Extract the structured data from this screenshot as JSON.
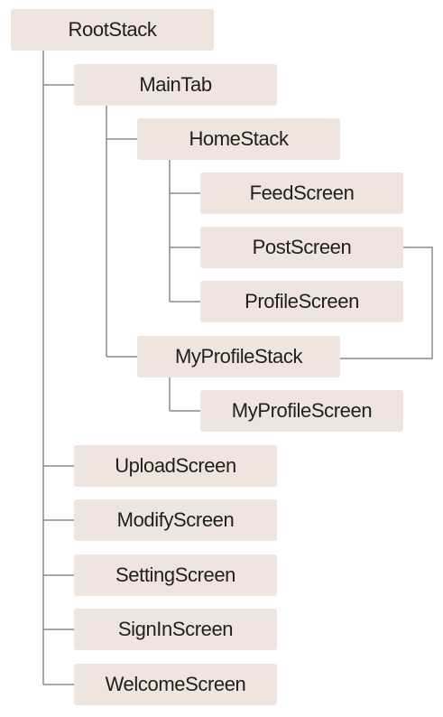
{
  "nodes": {
    "root": "RootStack",
    "main_tab": "MainTab",
    "home_stack": "HomeStack",
    "feed_screen": "FeedScreen",
    "post_screen": "PostScreen",
    "profile_screen": "ProfileScreen",
    "my_profile_stack": "MyProfileStack",
    "my_profile_screen": "MyProfileScreen",
    "upload_screen": "UploadScreen",
    "modify_screen": "ModifyScreen",
    "setting_screen": "SettingScreen",
    "sign_in_screen": "SignInScreen",
    "welcome_screen": "WelcomeScreen"
  },
  "colors": {
    "node_fill": "#efe4de",
    "connector": "#8a8a8a",
    "text": "#1f1f1f"
  }
}
